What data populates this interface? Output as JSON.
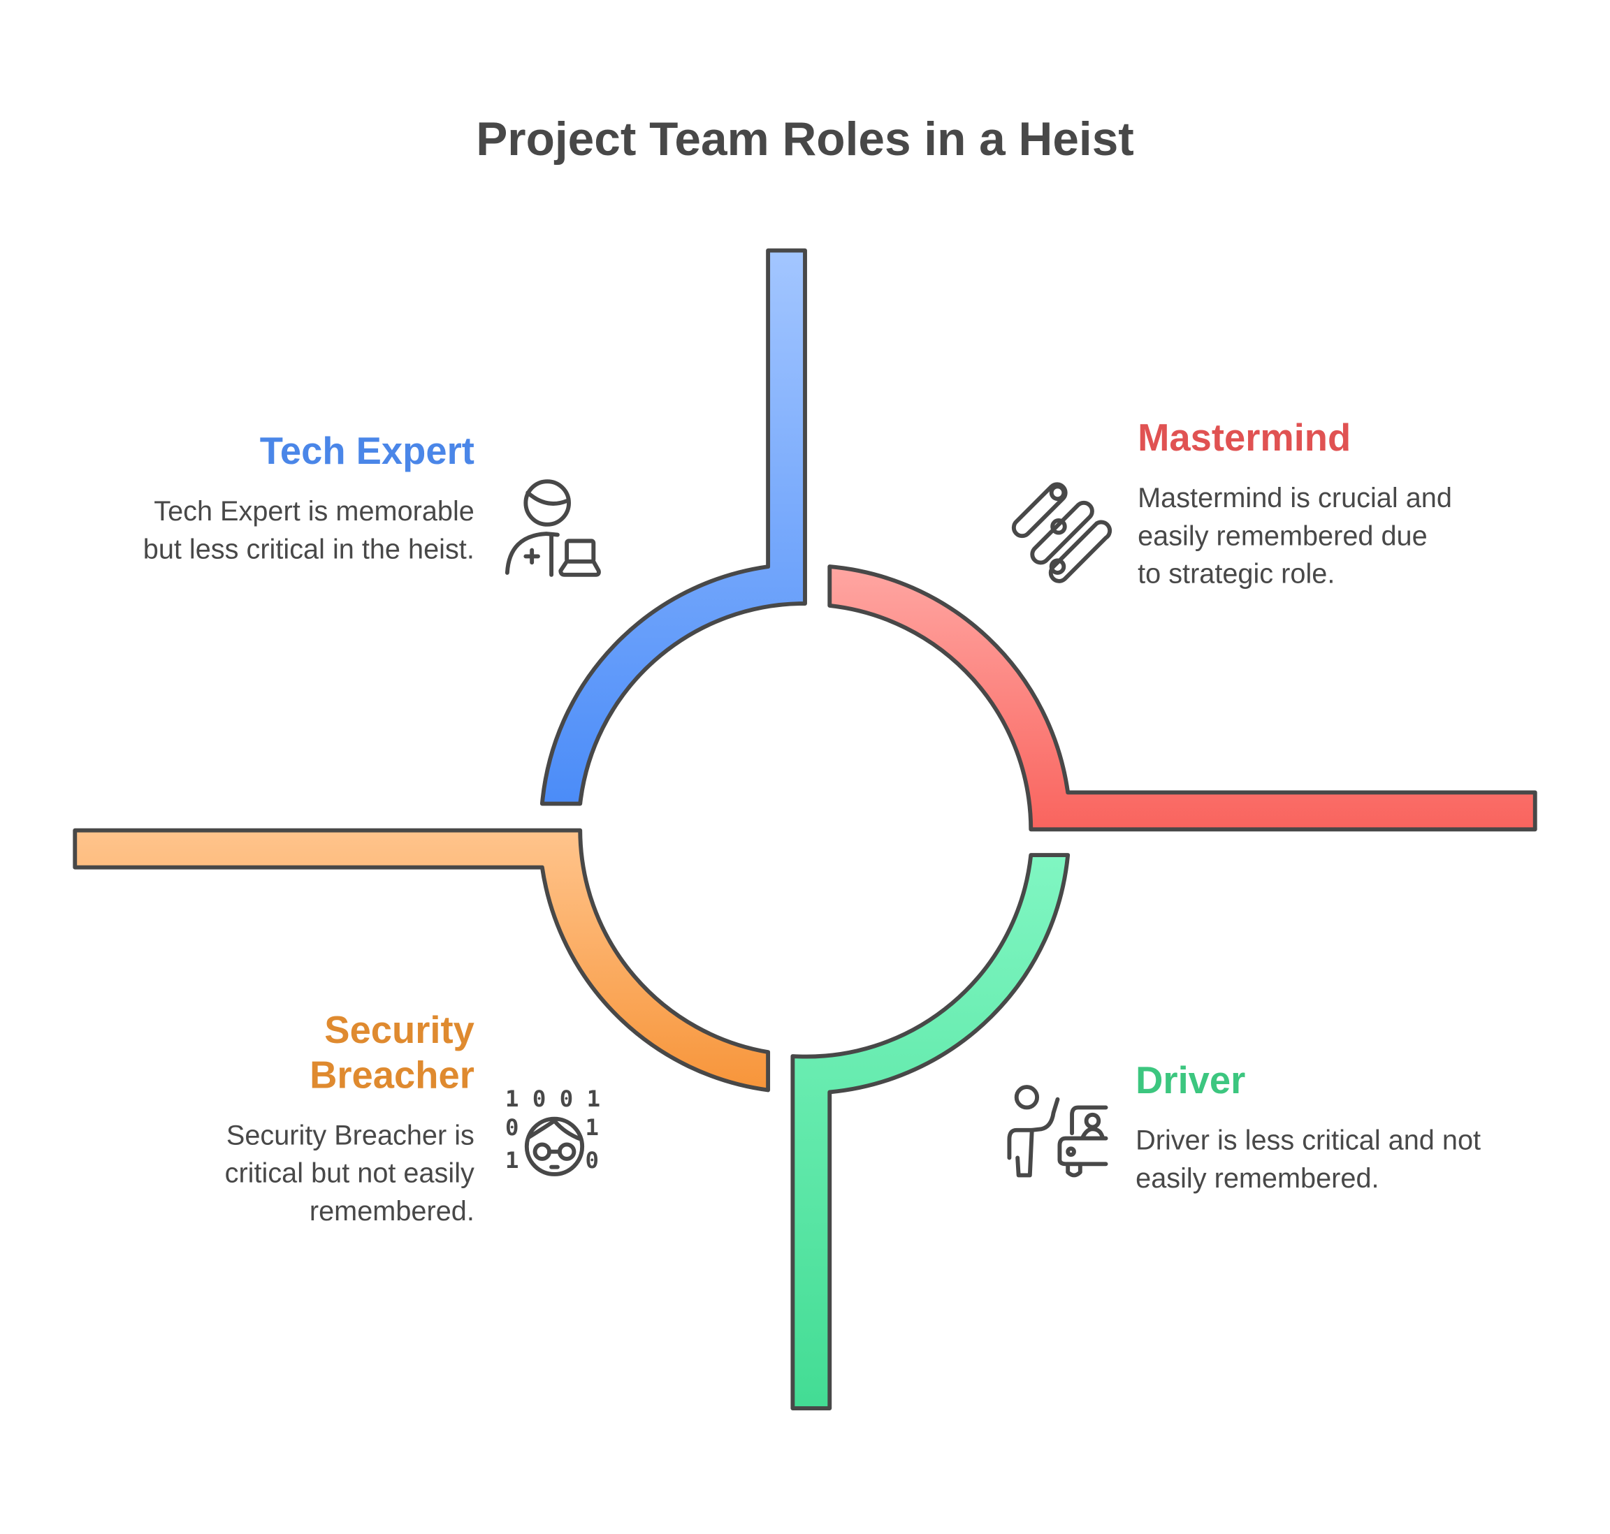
{
  "title": "Project Team Roles in a Heist",
  "roles": [
    {
      "name": "Tech Expert",
      "description": "Tech Expert is memorable but less critical in the heist.",
      "color": "#4a86e8",
      "icon": "technician-laptop-icon"
    },
    {
      "name": "Mastermind",
      "description": "Mastermind is crucial and easily remembered due to strategic role.",
      "color": "#e05252",
      "icon": "strategy-sliders-icon"
    },
    {
      "name": "Driver",
      "description": "Driver is less critical and not easily remembered.",
      "color": "#3cc67f",
      "icon": "driver-car-icon"
    },
    {
      "name": "Security Breacher",
      "description": "Security Breacher is critical but not easily remembered.",
      "color": "#df8a2f",
      "icon": "hacker-binary-icon"
    }
  ],
  "binary_digits": [
    "1 0 0 1",
    "0",
    "1",
    "1",
    "0"
  ]
}
